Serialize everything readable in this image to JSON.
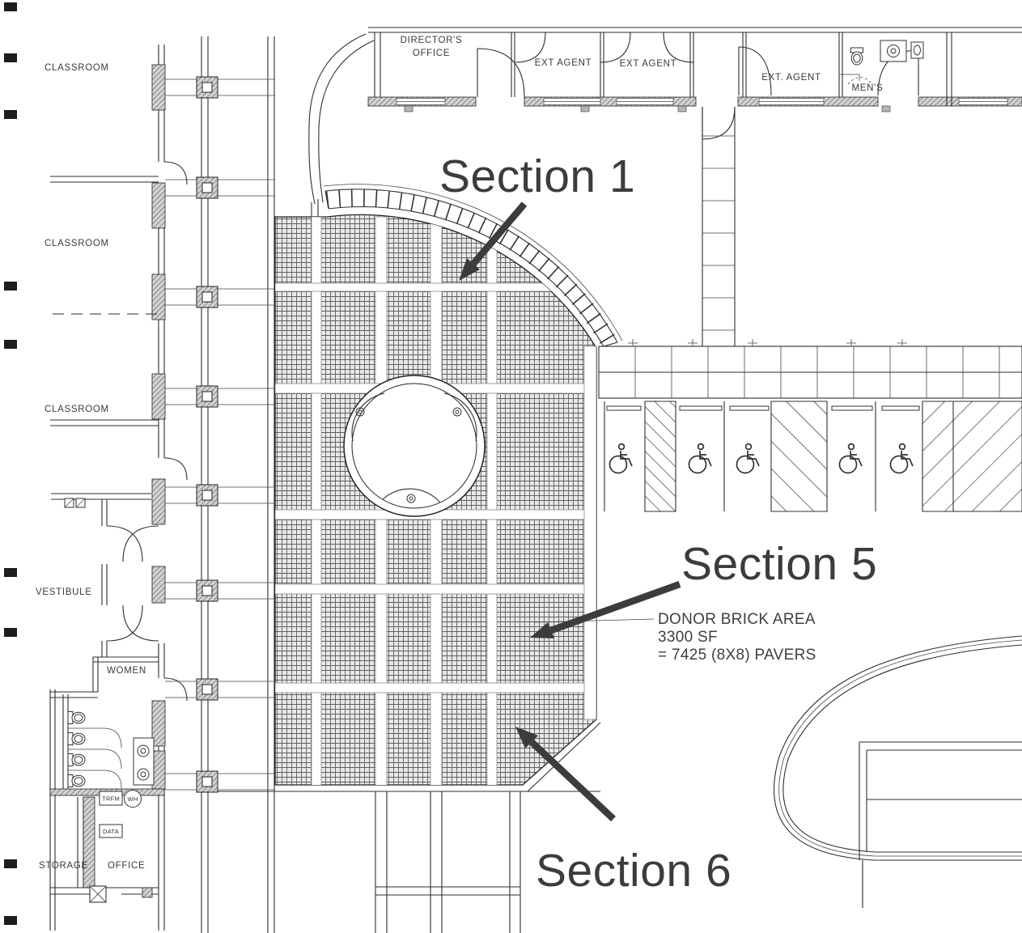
{
  "annotations": {
    "section1": "Section 1",
    "section5": "Section 5",
    "section6": "Section 6",
    "donor_line1": "DONOR BRICK AREA",
    "donor_line2": "3300 SF",
    "donor_line3": "= 7425 (8X8) PAVERS"
  },
  "rooms": {
    "classroom1": "CLASSROOM",
    "classroom2": "CLASSROOM",
    "classroom3": "CLASSROOM",
    "vestibule": "VESTIBULE",
    "women": "WOMEN",
    "storage": "STORAGE",
    "office": "OFFICE",
    "directors1": "DIRECTOR'S",
    "directors2": "OFFICE",
    "ext_agent1": "EXT AGENT",
    "ext_agent2": "EXT AGENT",
    "ext_agent3": "EXT. AGENT",
    "mens": "MEN'S"
  },
  "equipment": {
    "trfm": "TRFM",
    "wh": "WH",
    "data_box": "DATA"
  },
  "colors": {
    "annotation_text": "#3c3c3c",
    "drawing_line": "#2e2e2e",
    "brick_fill": "#e8e8e8"
  }
}
